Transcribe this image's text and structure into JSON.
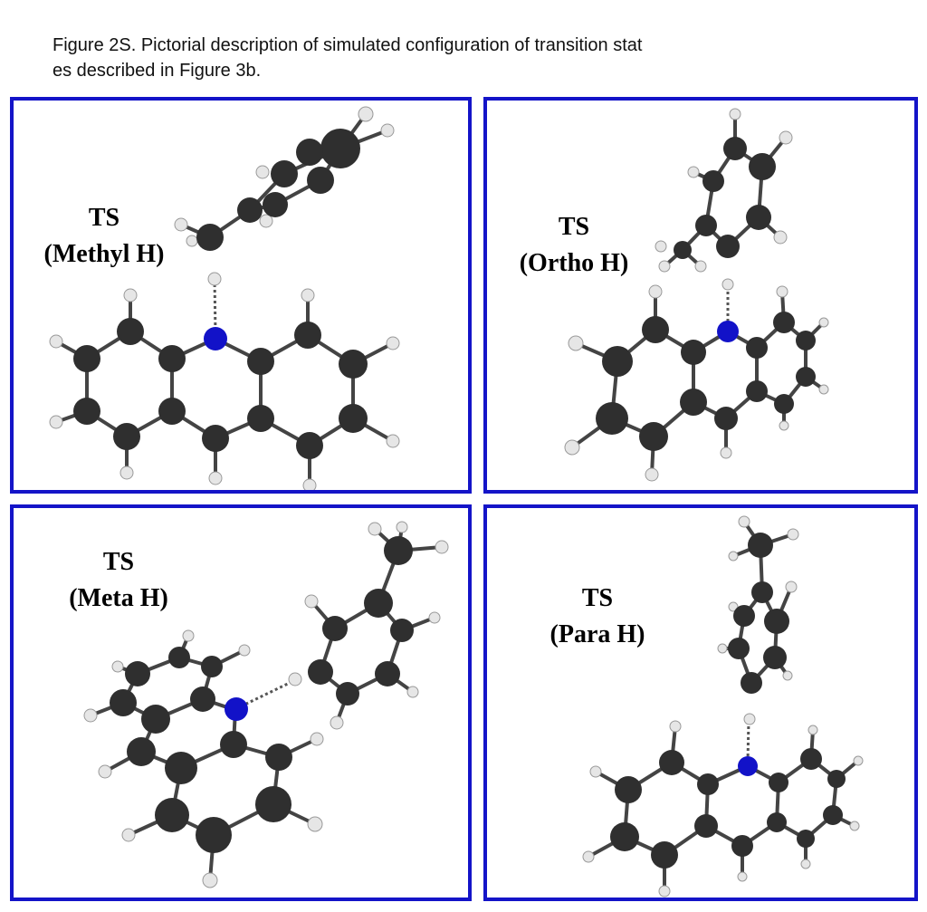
{
  "caption": {
    "line1": "Figure 2S. Pictorial description of simulated configuration of transition stat",
    "line2": "es described in Figure 3b."
  },
  "panels": [
    {
      "id": "methyl",
      "label_line1": "TS",
      "label_line2": "(Methyl H)"
    },
    {
      "id": "ortho",
      "label_line1": "TS",
      "label_line2": "(Ortho H)"
    },
    {
      "id": "meta",
      "label_line1": "TS",
      "label_line2": "(Meta H)"
    },
    {
      "id": "para",
      "label_line1": "TS",
      "label_line2": "(Para H)"
    }
  ],
  "colors": {
    "frame": "#1414c8",
    "carbon": "#2f2f2f",
    "hydrogen": "#e6e6e6",
    "nitrogen": "#1212c8"
  }
}
